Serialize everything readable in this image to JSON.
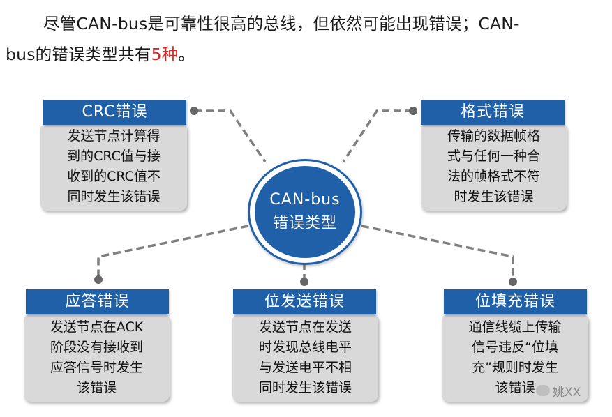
{
  "intro": {
    "line1": "尽管CAN-bus是可靠性很高的总线，但依然可能出现错误；CAN-",
    "line2_prefix": "bus的错误类型共有",
    "count_text": "5种",
    "line2_suffix": "。"
  },
  "hub": {
    "line1": "CAN-bus",
    "line2": "错误类型"
  },
  "cards": [
    {
      "title": "CRC错误",
      "lines": [
        "发送节点计算得",
        "到的CRC值与接",
        "收到的CRC值不",
        "同时发生该错误"
      ]
    },
    {
      "title": "格式错误",
      "lines": [
        "传输的数据帧格",
        "式与任何一种合",
        "法的帧格式不符",
        "时发生该错误"
      ]
    },
    {
      "title": "应答错误",
      "lines": [
        "发送节点在ACK",
        "阶段没有接收到",
        "应答信号时发生",
        "该错误"
      ]
    },
    {
      "title": "位发送错误",
      "lines": [
        "发送节点在发送",
        "时发现总线电平",
        "与发送电平不相",
        "同时发生该错误"
      ]
    },
    {
      "title": "位填充错误",
      "lines": [
        "通信线缆上传输",
        "信号违反“位填",
        "充”规则时发生",
        "该错误"
      ]
    }
  ],
  "watermark": {
    "text": "姚XX"
  },
  "colors": {
    "primary": "#1f60a8",
    "card_bg": "#d9d9d9",
    "connector": "#7f7f7f",
    "highlight": "#e8201b"
  }
}
